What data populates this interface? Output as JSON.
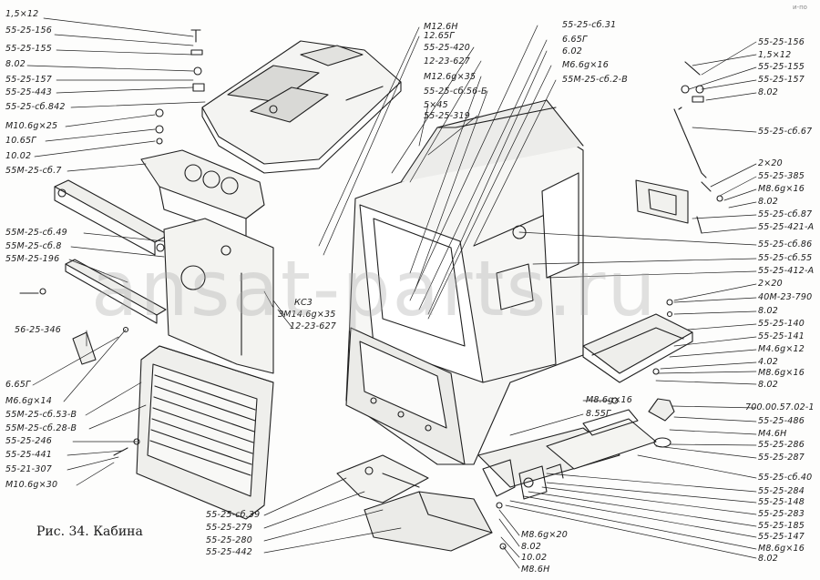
{
  "caption": "Рис. 34. Кабина",
  "corner_mark": "и-по",
  "watermark": "ansat-parts.ru",
  "labels": {
    "l01": "1,5×12",
    "l02": "55-25-156",
    "l03": "55-25-155",
    "l04": "8.02",
    "l05": "55-25-157",
    "l06": "55-25-443",
    "l07": "55-25-сб.842",
    "l08": "M10.6g×25",
    "l09": "10.65Г",
    "l10": "10.02",
    "l11": "55M-25-сб.7",
    "l12": "55M-25-сб.49",
    "l13": "55M-25-сб.8",
    "l14": "55M-25-196",
    "l15": "56-25-346",
    "l16": "6.65Г",
    "l17": "M6.6g×14",
    "l18": "55M-25-сб.53-В",
    "l19": "55M-25-сб.28-В",
    "l20": "55-25-246",
    "l21": "55-25-441",
    "l22": "55-21-307",
    "l23": "M10.6g×30",
    "t01": "M12.6Н",
    "t02": "12.65Г",
    "t03": "55-25-420",
    "t04": "12-23-627",
    "t05": "M12.6g×35",
    "t06": "55-25-сб.56-Б",
    "t07": "5×45",
    "t08": "55-25-319",
    "t09": "55-25-сб.31",
    "t10": "6.65Г",
    "t11": "6.02",
    "t12": "M6.6g×16",
    "t13": "55M-25-сб.2-В",
    "m01": "КС3",
    "m02": "ЗМ14.6g×35",
    "m03": "12-23-627",
    "r01": "55-25-156",
    "r02": "1,5×12",
    "r03": "55-25-155",
    "r04": "55-25-157",
    "r05": "8.02",
    "r06": "55-25-сб.67",
    "r07": "2×20",
    "r08": "55-25-385",
    "r09": "M8.6g×16",
    "r10": "8.02",
    "r11": "55-25-сб.87",
    "r12": "55-25-421-А",
    "r13": "55-25-сб.86",
    "r14": "55-25-сб.55",
    "r15": "55-25-412-А",
    "r16": "2×20",
    "r17": "40M-23-790",
    "r18": "8.02",
    "r19": "55-25-140",
    "r20": "55-25-141",
    "r21": "M4.6g×12",
    "r22": "4.02",
    "r23": "M8.6g×16",
    "r24": "8.02",
    "r25": "700.00.57.02-1",
    "r26": "55-25-486",
    "r27": "M4.6Н",
    "r28": "55-25-286",
    "r29": "55-25-287",
    "r30": "55-25-сб.40",
    "r31": "55-25-284",
    "r32": "55-25-148",
    "r33": "55-25-283",
    "r34": "55-25-185",
    "r35": "55-25-147",
    "r36": "M8.6g×16",
    "r37": "8.02",
    "c01": "M8.6g×16",
    "c02": "8.55Г",
    "b01": "55-25-сб.39",
    "b02": "55-25-279",
    "b03": "55-25-280",
    "b04": "55-25-442",
    "b05": "M8.6g×20",
    "b06": "8.02",
    "b07": "10.02",
    "b08": "M8.6Н"
  }
}
